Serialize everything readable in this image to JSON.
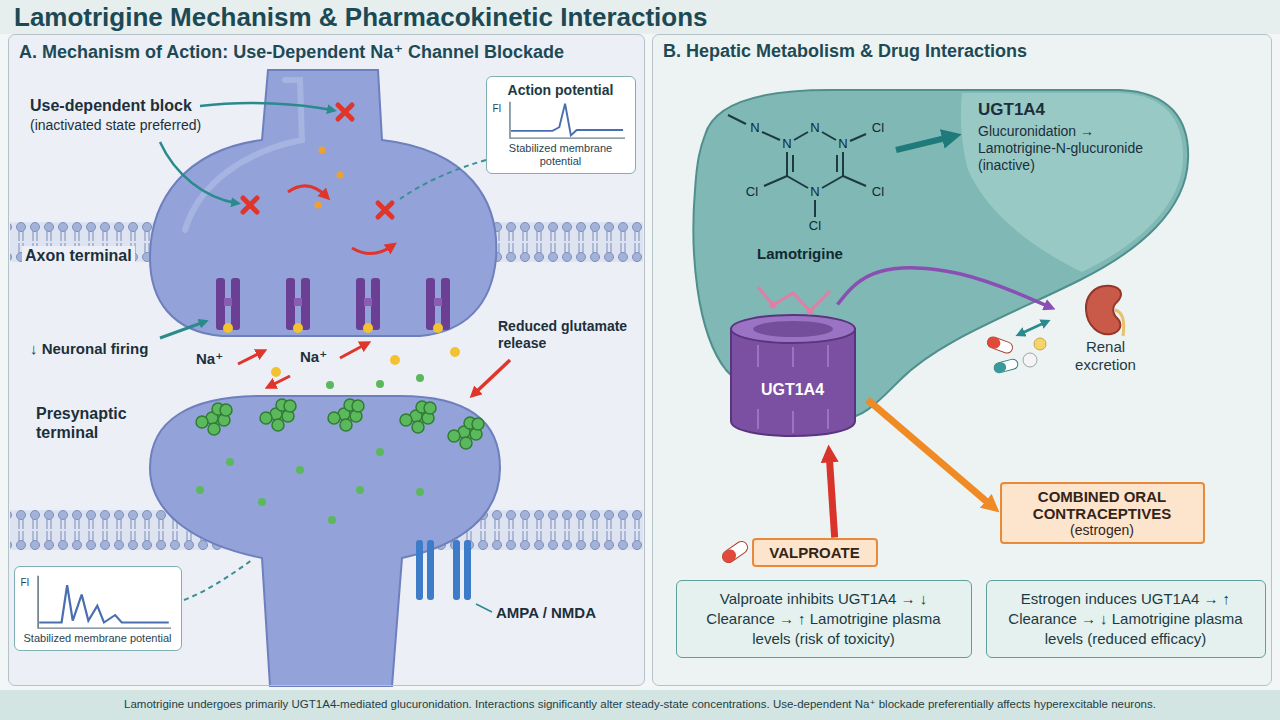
{
  "diagram": {
    "title": "Lamotrigine Mechanism & Pharmacokinetic Interactions",
    "caption": "Lamotrigine undergoes primarily UGT1A4-mediated glucuronidation. Interactions significantly alter steady-state concentrations. Use-dependent Na⁺ blockade preferentially affects hyperexcitable neurons.",
    "nodes": [
      {
        "text": [
          "A. Mechanism of Action: Use-Dependent Na⁺ Channel Blockade"
        ]
      },
      {
        "text": [
          "Action potential",
          "FI",
          "Stabilized membrane potential"
        ],
        "in": 0
      },
      {
        "text": [
          "FI",
          "Stabilized membrane potential"
        ],
        "in": 0
      },
      {
        "text": [
          "B. Hepatic Metabolism & Drug Interactions"
        ]
      },
      {
        "text": [
          "UGT1A4"
        ],
        "in": 3
      },
      {
        "text": [
          "Renal excretion"
        ],
        "in": 3
      },
      {
        "text": [
          "VALPROATE"
        ],
        "in": 3
      },
      {
        "text": [
          "COMBINED ORAL CONTRACEPTIVES",
          "(estrogen)"
        ],
        "in": 3
      },
      {
        "text": [
          "Valproate inhibits UGT1A4 → ↓ Clearance → ↑ Lamotrigine plasma levels (risk of toxicity)"
        ],
        "in": 3
      },
      {
        "text": [
          "Estrogen induces UGT1A4 → ↑ Clearance → ↓ Lamotrigine plasma levels (reduced efficacy)"
        ],
        "in": 3
      }
    ],
    "edges": [
      {
        "from": 4,
        "to": 5,
        "arrow": "to"
      },
      {
        "from": 6,
        "to": 4,
        "arrow": "to"
      },
      {
        "from": 4,
        "to": 7,
        "arrow": "to"
      }
    ],
    "labels": [
      "Use-dependent block",
      "(inactivated state preferred)",
      "Axon terminal",
      "↓ Neuronal firing",
      "Na⁺",
      "Na⁺",
      "Reduced glutamate release",
      "Presynaptic terminal",
      "AMPA / NMDA",
      "UGT1A4",
      "Glucuronidation → Lamotrigine-N-glucuronide (inactive)",
      "N",
      "N",
      "N",
      "N",
      "N",
      "Cl",
      "Cl",
      "Cl",
      "Cl",
      "Lamotrigine"
    ]
  }
}
